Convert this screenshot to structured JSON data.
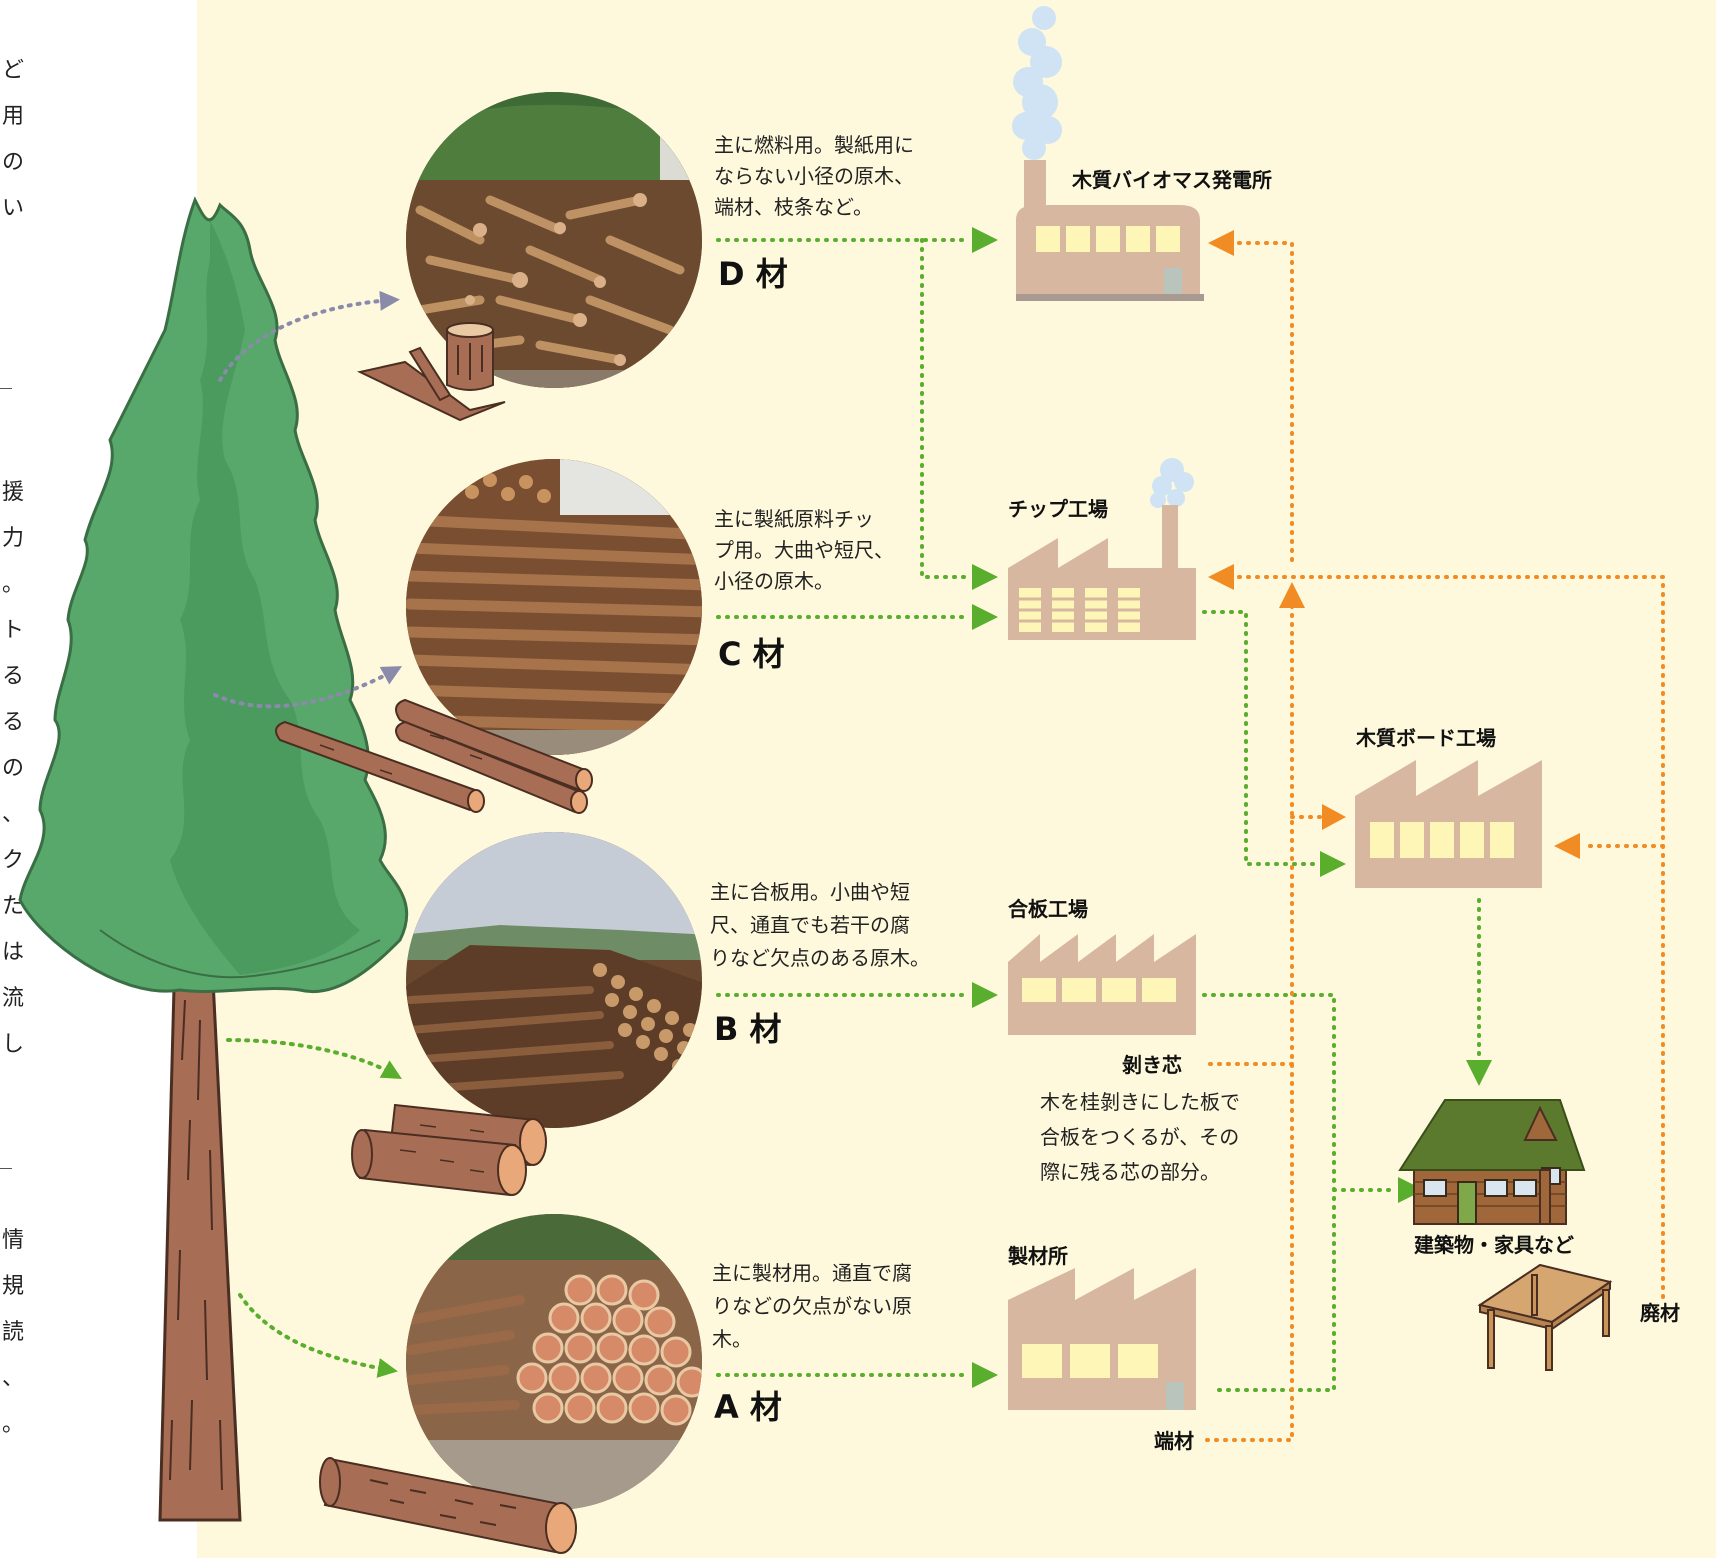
{
  "colors": {
    "background": "#fef9dc",
    "tree_green": "#59a86b",
    "tree_green_dark": "#3f8f55",
    "trunk": "#a86d55",
    "factory": "#d8b7a0",
    "window": "#fdf6b6",
    "green_flow": "#5aae2e",
    "orange_flow": "#f08c23",
    "grey_flow": "#8a8aaa",
    "roof_green": "#5c7a2e",
    "house_wall": "#a0673b"
  },
  "side_text": {
    "column1": [
      "ど",
      "用",
      "の",
      "い"
    ],
    "column2": [
      "援",
      "力",
      "。",
      "ト",
      "る",
      "る",
      "の",
      "、",
      "ク",
      "た",
      "は",
      "流",
      "し"
    ],
    "column3": [
      "情",
      "規",
      "読",
      "、",
      "。"
    ]
  },
  "grades": {
    "D": {
      "label": "D 材",
      "desc": [
        "主に燃料用。製紙用に",
        "ならない小径の原木、",
        "端材、枝条など。"
      ],
      "photo": "wood-chips-pile"
    },
    "C": {
      "label": "C 材",
      "desc": [
        "主に製紙原料チッ",
        "プ用。大曲や短尺、",
        "小径の原木。"
      ],
      "photo": "thin-log-pile"
    },
    "B": {
      "label": "B 材",
      "desc": [
        "主に合板用。小曲や短",
        "尺、通直でも若干の腐",
        "りなど欠点のある原木。"
      ],
      "photo": "log-stack"
    },
    "A": {
      "label": "A 材",
      "desc": [
        "主に製材用。通直で腐",
        "りなどの欠点がない原",
        "木。"
      ],
      "photo": "log-ends-stack"
    }
  },
  "facilities": {
    "biomass": "木質バイオマス発電所",
    "chip": "チップ工場",
    "plywood": "合板工場",
    "sawmill": "製材所",
    "board": "木質ボード工場",
    "products": "建築物・家具など"
  },
  "byproducts": {
    "core": "剝き芯",
    "core_desc": [
      "木を桂剝きにした板で",
      "合板をつくるが、その",
      "際に残る芯の部分。"
    ],
    "offcuts": "端材",
    "waste": "廃材"
  }
}
